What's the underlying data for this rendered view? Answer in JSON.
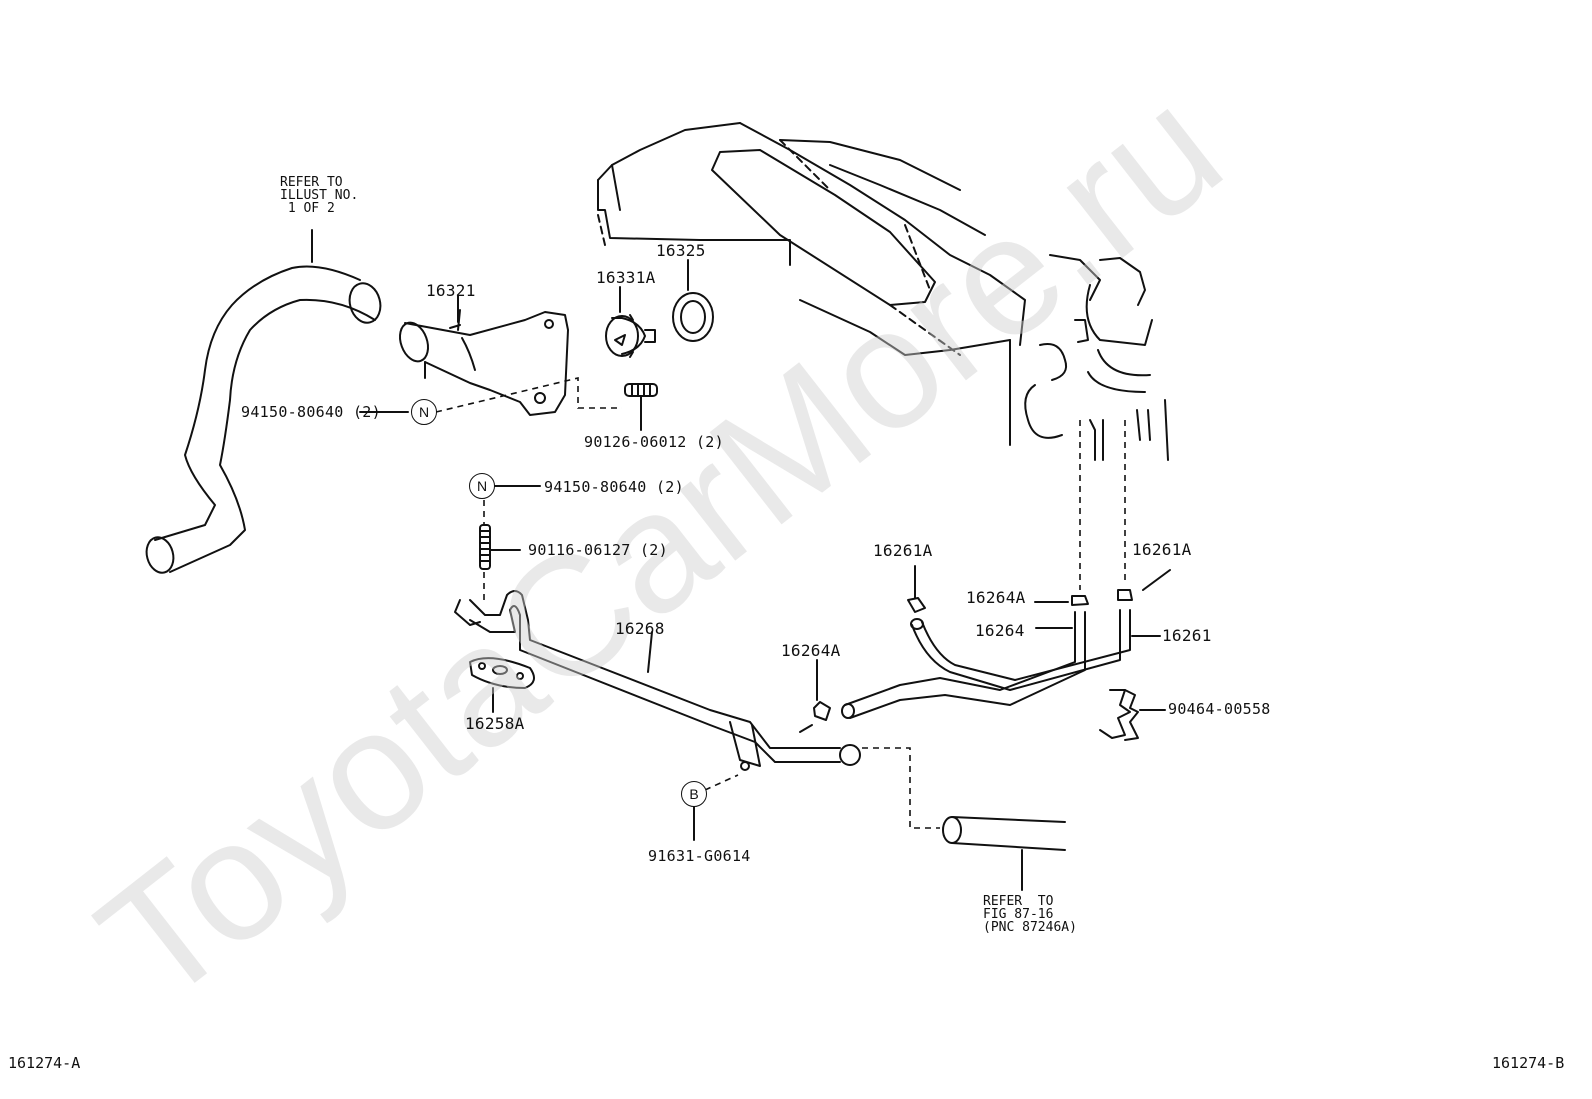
{
  "watermark": "ToyotaCarMore.ru",
  "corners": {
    "left": "161274-A",
    "right": "161274-B"
  },
  "notes": {
    "refer_illust": "REFER TO\nILLUST NO.\n 1 OF 2",
    "refer_fig": "REFER  TO\nFIG 87-16\n(PNC 87246A)"
  },
  "symbols": {
    "n1": "N",
    "n2": "N",
    "b": "B"
  },
  "labels": {
    "p16321": "16321",
    "p16331a": "16331A",
    "p16325": "16325",
    "p94150_a": "94150-80640 (2)",
    "p90126": "90126-06012 (2)",
    "p94150_b": "94150-80640 (2)",
    "p90116": "90116-06127 (2)",
    "p16268": "16268",
    "p16258a": "16258A",
    "p91631": "91631-G0614",
    "p16264a_mid": "16264A",
    "p16261a_left": "16261A",
    "p16261a_right": "16261A",
    "p16264a_right": "16264A",
    "p16264": "16264",
    "p16261": "16261",
    "p90464": "90464-00558"
  }
}
